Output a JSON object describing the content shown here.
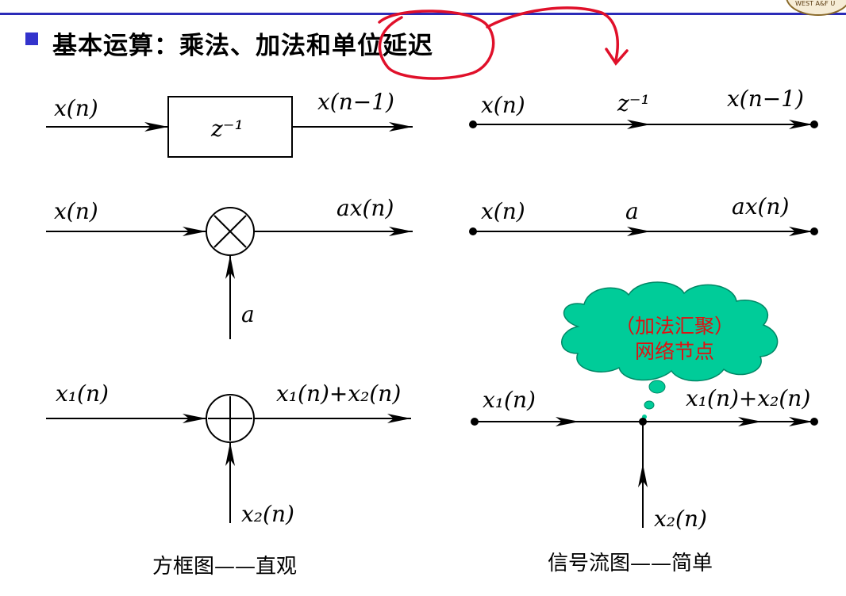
{
  "header": {
    "title": "基本运算：乘法、加法和单位延迟",
    "logo_text": "WEST A&F U"
  },
  "block_diagram": {
    "delay": {
      "input": "x(n)",
      "box": "z⁻¹",
      "output": "x(n−1)"
    },
    "multiply": {
      "input": "x(n)",
      "output": "ax(n)",
      "coefficient": "a"
    },
    "add": {
      "input1": "x₁(n)",
      "output": "x₁(n)+x₂(n)",
      "input2": "x₂(n)"
    },
    "caption": "方框图——直观"
  },
  "signal_flow": {
    "delay": {
      "input": "x(n)",
      "gain": "z⁻¹",
      "output": "x(n−1)"
    },
    "multiply": {
      "input": "x(n)",
      "gain": "a",
      "output": "ax(n)"
    },
    "add": {
      "input1": "x₁(n)",
      "output": "x₁(n)+x₂(n)",
      "input2": "x₂(n)"
    },
    "cloud_note": {
      "line1": "（加法汇聚）",
      "line2": "网络节点"
    },
    "caption": "信号流图——简单"
  },
  "colors": {
    "accent": "#3333cc",
    "annotation": "#e0102a",
    "cloud_fill": "#00cc99",
    "cloud_text": "#e01010"
  }
}
